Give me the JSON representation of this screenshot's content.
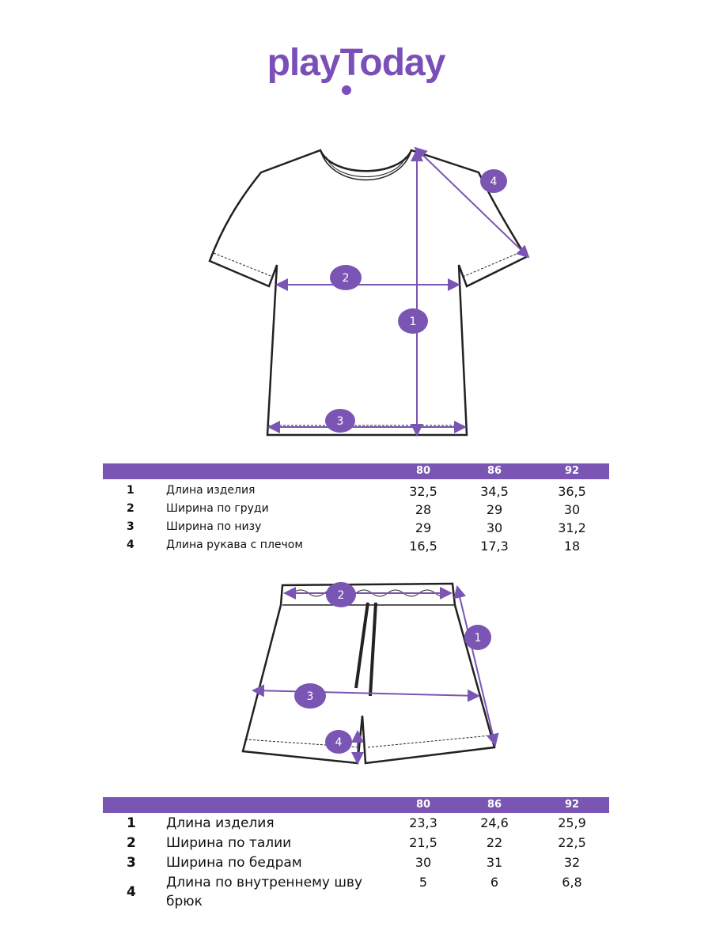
{
  "brand": {
    "logo_text": "playToday",
    "accent": "#7a55b3"
  },
  "tshirt": {
    "markers": [
      "1",
      "2",
      "3",
      "4"
    ],
    "table": {
      "sizes": [
        "80",
        "86",
        "92"
      ],
      "rows": [
        {
          "num": "1",
          "label": "Длина изделия",
          "values": [
            "32,5",
            "34,5",
            "36,5"
          ]
        },
        {
          "num": "2",
          "label": "Ширина по груди",
          "values": [
            "28",
            "29",
            "30"
          ]
        },
        {
          "num": "3",
          "label": "Ширина по низу",
          "values": [
            "29",
            "30",
            "31,2"
          ]
        },
        {
          "num": "4",
          "label": "Длина рукава с плечом",
          "values": [
            "16,5",
            "17,3",
            "18"
          ]
        }
      ]
    }
  },
  "shorts": {
    "markers": [
      "1",
      "2",
      "3",
      "4"
    ],
    "table": {
      "sizes": [
        "80",
        "86",
        "92"
      ],
      "rows": [
        {
          "num": "1",
          "label": "Длина изделия",
          "values": [
            "23,3",
            "24,6",
            "25,9"
          ]
        },
        {
          "num": "2",
          "label": "Ширина по талии",
          "values": [
            "21,5",
            "22",
            "22,5"
          ]
        },
        {
          "num": "3",
          "label": "Ширина по бедрам",
          "values": [
            "30",
            "31",
            "32"
          ]
        },
        {
          "num": "4",
          "label": "Длина по внутреннему шву брюк",
          "values": [
            "5",
            "6",
            "6,8"
          ]
        }
      ]
    }
  }
}
